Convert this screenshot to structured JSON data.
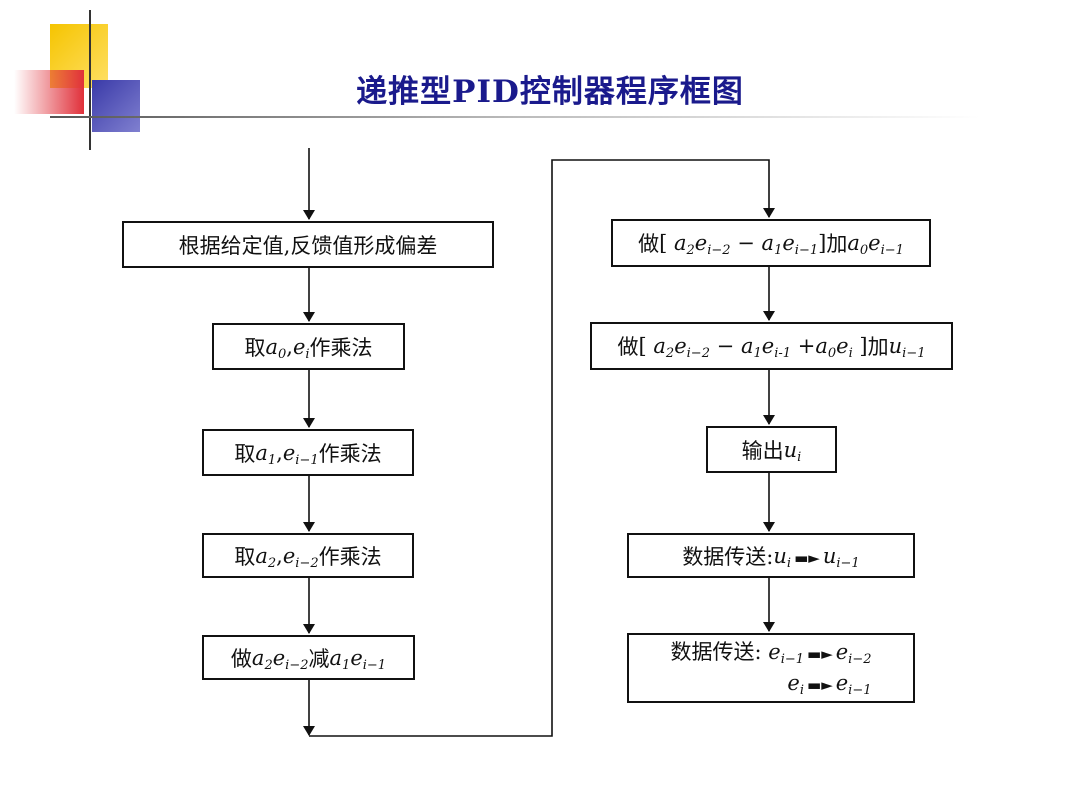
{
  "title": "递推型PID控制器程序框图",
  "left_column": [
    {
      "id": "box1",
      "label": "根据给定值,反馈值形成偏差"
    },
    {
      "id": "box2",
      "prefix": "取",
      "suffix": "作乘法"
    },
    {
      "id": "box3",
      "prefix": "取",
      "suffix": "作乘法"
    },
    {
      "id": "box4",
      "prefix": "取",
      "suffix": "作乘法"
    },
    {
      "id": "box5",
      "prefix": "做",
      "middle": "减"
    }
  ],
  "right_column": [
    {
      "id": "box6",
      "prefix": "做",
      "middle": "加"
    },
    {
      "id": "box7",
      "prefix": "做",
      "middle": "加"
    },
    {
      "id": "box8",
      "prefix": "输出"
    },
    {
      "id": "box9",
      "prefix": "数据传送:"
    },
    {
      "id": "box10",
      "prefix": "数据传送:"
    }
  ],
  "colors": {
    "title": "#1a1a8c",
    "deco_yellow": "#f5c400",
    "deco_red": "#e0303a",
    "deco_blue": "#3a3aa8",
    "line": "#111111"
  }
}
